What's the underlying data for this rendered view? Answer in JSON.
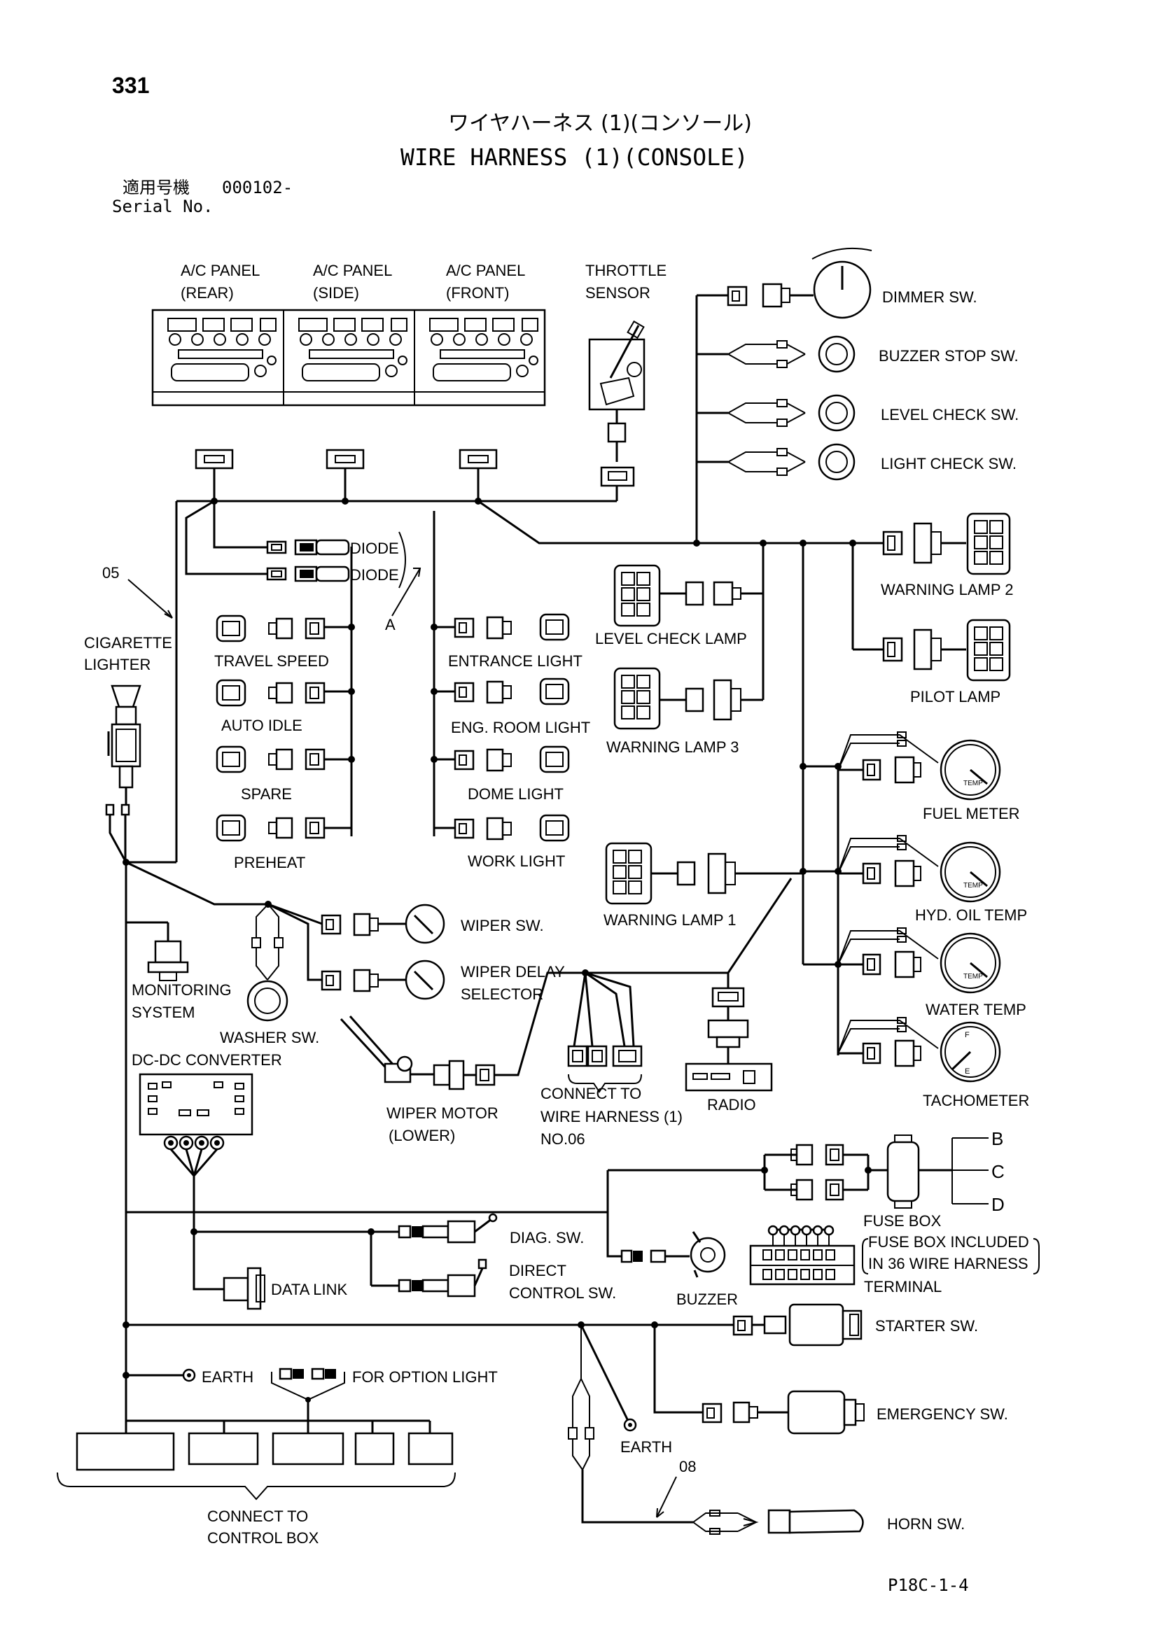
{
  "header": {
    "page_number": "331",
    "title_jp": "ワイヤハーネス (1)(コンソール)",
    "title_en": "WIRE HARNESS (1)(CONSOLE)",
    "serial_jp": "適用号機",
    "serial_value": "000102-",
    "serial_en": "Serial No."
  },
  "components": {
    "ac_rear": [
      "A/C PANEL",
      "(REAR)"
    ],
    "ac_side": [
      "A/C PANEL",
      "(SIDE)"
    ],
    "ac_front": [
      "A/C PANEL",
      "(FRONT)"
    ],
    "throttle": [
      "THROTTLE",
      "SENSOR"
    ],
    "dimmer": "DIMMER SW.",
    "buzzer_stop": "BUZZER STOP SW.",
    "level_check_sw": "LEVEL CHECK SW.",
    "light_check_sw": "LIGHT CHECK SW.",
    "warning_lamp_2": "WARNING LAMP 2",
    "pilot_lamp": "PILOT LAMP",
    "level_check_lamp": "LEVEL CHECK LAMP",
    "warning_lamp_3": "WARNING LAMP 3",
    "warning_lamp_1": "WARNING LAMP 1",
    "fuel_meter": "FUEL METER",
    "hyd_oil_temp": "HYD. OIL TEMP",
    "water_temp": "WATER TEMP",
    "tachometer": "TACHOMETER",
    "diode_1": "DIODE",
    "diode_2": "DIODE",
    "diode_ref": "A",
    "harness_05": "05",
    "harness_08": "08",
    "cigarette": [
      "CIGARETTE",
      "LIGHTER"
    ],
    "travel_speed": "TRAVEL SPEED",
    "auto_idle": "AUTO IDLE",
    "spare": "SPARE",
    "preheat": "PREHEAT",
    "entrance_light": "ENTRANCE LIGHT",
    "eng_room_light": "ENG. ROOM LIGHT",
    "dome_light": "DOME LIGHT",
    "work_light": "WORK LIGHT",
    "wiper_sw": "WIPER SW.",
    "wiper_delay": [
      "WIPER DELAY",
      "SELECTOR"
    ],
    "monitoring": [
      "MONITORING",
      "SYSTEM"
    ],
    "washer_sw": "WASHER SW.",
    "dcdc": "DC-DC CONVERTER",
    "wiper_motor": [
      "WIPER MOTOR",
      "(LOWER)"
    ],
    "connect_harness": [
      "CONNECT TO",
      "WIRE HARNESS (1)",
      "NO.06"
    ],
    "radio": "RADIO",
    "fuse_b": "B",
    "fuse_c": "C",
    "fuse_d": "D",
    "fuse_box": "FUSE BOX",
    "fuse_note": [
      "FUSE BOX INCLUDED",
      "IN 36 WIRE HARNESS"
    ],
    "terminal": "TERMINAL",
    "diag_sw": "DIAG. SW.",
    "direct_control": [
      "DIRECT",
      "CONTROL SW."
    ],
    "data_link": "DATA LINK",
    "buzzer": "BUZZER",
    "starter_sw": "STARTER SW.",
    "earth_1": "EARTH",
    "option_light": "FOR OPTION LIGHT",
    "emergency_sw": "EMERGENCY SW.",
    "earth_2": "EARTH",
    "control_box": [
      "CONNECT TO",
      "CONTROL BOX"
    ],
    "horn_sw": "HORN SW."
  },
  "footer": {
    "code": "P18C-1-4"
  }
}
